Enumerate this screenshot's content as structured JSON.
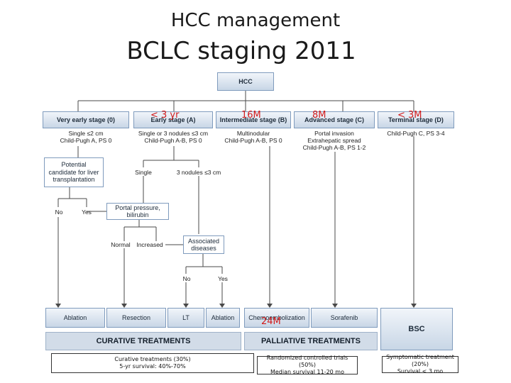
{
  "header": {
    "title": "HCC management",
    "subtitle": "BCLC staging 2011"
  },
  "diagram": {
    "root": "HCC",
    "stages": [
      {
        "label": "Very early stage (0)",
        "criteria": [
          "Single ≤2 cm",
          "Child-Pugh A, PS 0"
        ]
      },
      {
        "label": "Early stage (A)",
        "criteria": [
          "Single or 3 nodules ≤3 cm",
          "Child-Pugh A-B, PS 0"
        ]
      },
      {
        "label": "Intermediate stage (B)",
        "criteria": [
          "Multinodular",
          "Child-Pugh A-B, PS 0"
        ]
      },
      {
        "label": "Advanced stage (C)",
        "criteria": [
          "Portal invasion",
          "Extrahepatic spread",
          "Child-Pugh A-B, PS 1-2"
        ]
      },
      {
        "label": "Terminal stage (D)",
        "criteria": [
          "Child-Pugh C, PS 3-4"
        ]
      }
    ],
    "transplant_box": "Potential candidate for liver transplantation",
    "no": "No",
    "yes": "Yes",
    "single": "Single",
    "three_nodules": "3 nodules ≤3 cm",
    "portal_box": "Portal pressure, bilirubin",
    "normal": "Normal",
    "increased": "Increased",
    "associated_box": "Associated diseases",
    "treatments": {
      "ablation": "Ablation",
      "resection": "Resection",
      "lt": "LT",
      "ablation2": "Ablation",
      "chemo": "Chemoembolization",
      "sorafenib": "Sorafenib",
      "bsc": "BSC"
    },
    "bands": {
      "curative": "CURATIVE TREATMENTS",
      "palliative": "PALLIATIVE TREATMENTS"
    }
  },
  "annotations": {
    "early": "< 3 yr",
    "intermediate": "16M",
    "advanced": "8M",
    "terminal": "< 3M",
    "chemo": "24M"
  },
  "notes": {
    "curative": [
      "Curative treatments (30%)",
      "5-yr survival: 40%-70%"
    ],
    "palliative": [
      "Randomized controlled trials (50%)",
      "Median survival 11-20 mo"
    ],
    "symptomatic": [
      "Symptomatic treatment (20%)",
      "Survival < 3 mo"
    ]
  }
}
